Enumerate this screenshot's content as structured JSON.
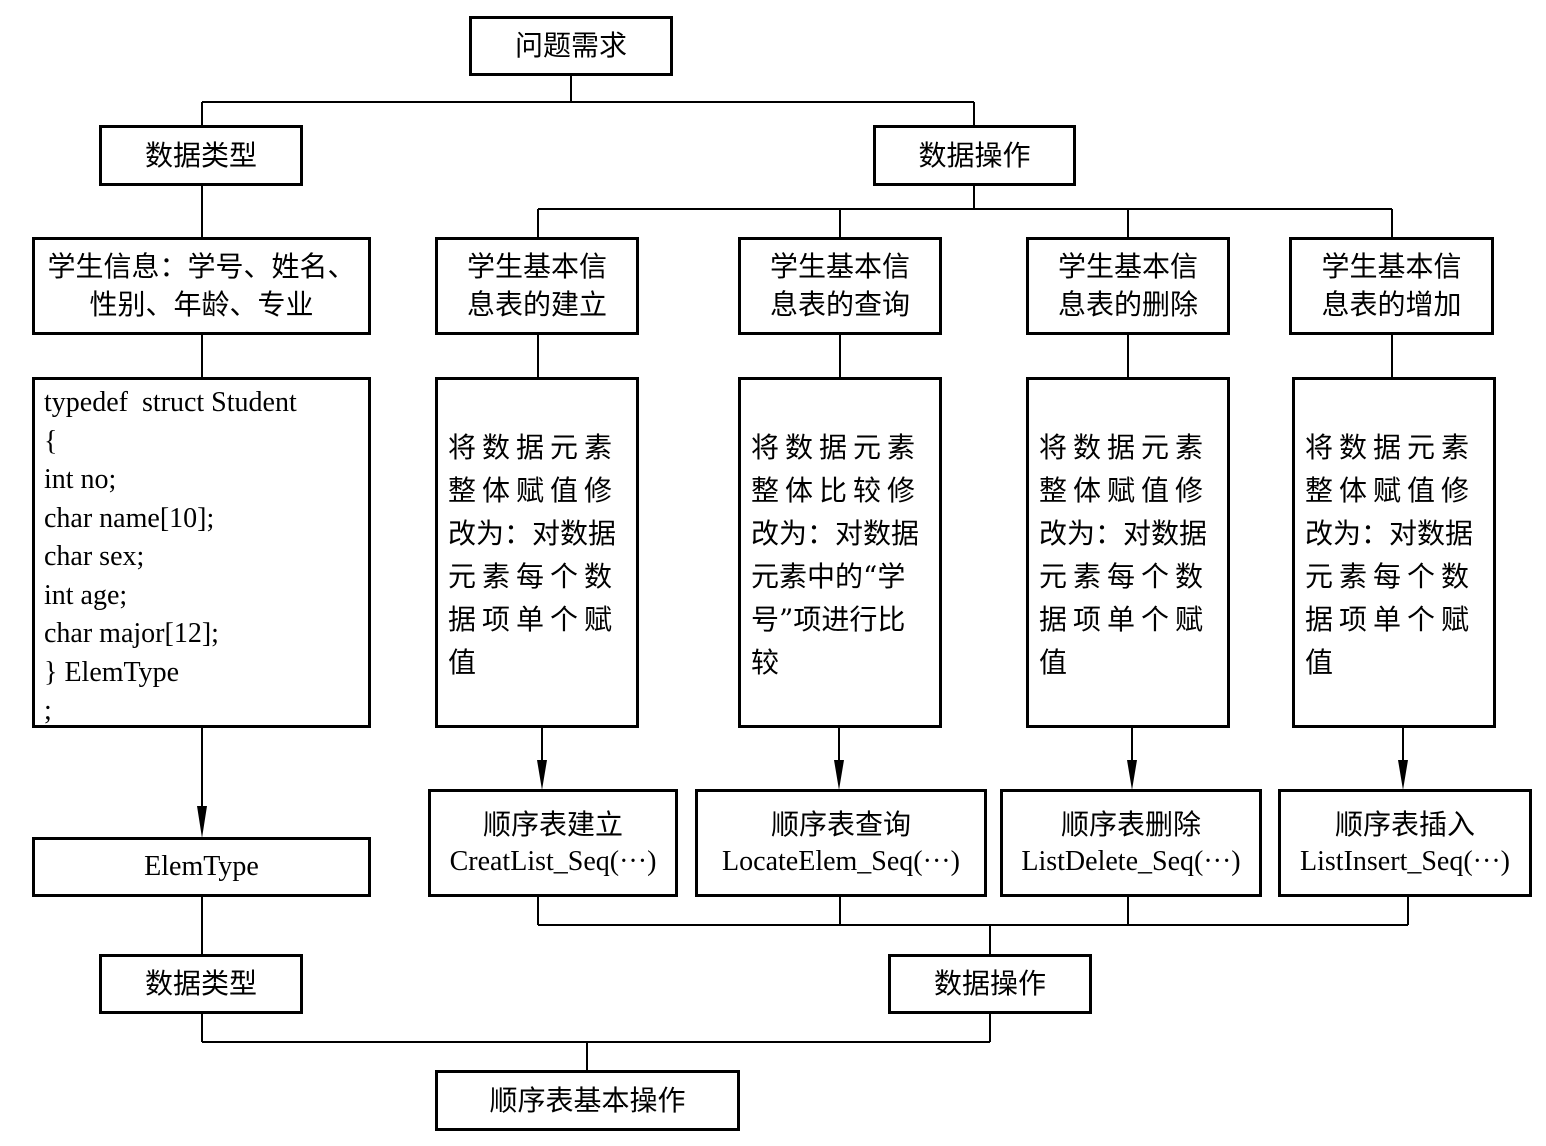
{
  "diagram": {
    "root": "问题需求",
    "level1": {
      "data_type": "数据类型",
      "data_ops": "数据操作"
    },
    "student_info": [
      "学生信息：学号、姓名、",
      "性别、年龄、专业"
    ],
    "struct_code": [
      "typedef  struct Student",
      "{",
      "int no;",
      "char name[10];",
      "char sex;",
      "int age;",
      "char major[12];",
      "} ElemType",
      ";"
    ],
    "elemtype": "ElemType",
    "operations": [
      {
        "title": [
          "学生基本信",
          "息表的建立"
        ],
        "desc": [
          "将数据元素",
          "整体赋值修",
          "改为：对数据",
          "元素每个数",
          "据项单个赋",
          "值"
        ],
        "func_cn": "顺序表建立",
        "func_en": "CreatList_Seq(···)"
      },
      {
        "title": [
          "学生基本信",
          "息表的查询"
        ],
        "desc": [
          "将数据元素",
          "整体比较修",
          "改为：对数据",
          "元素中的“学",
          "号”项进行比",
          "较"
        ],
        "func_cn": "顺序表查询",
        "func_en": "LocateElem_Seq(···)"
      },
      {
        "title": [
          "学生基本信",
          "息表的删除"
        ],
        "desc": [
          "将数据元素",
          "整体赋值修",
          "改为：对数据",
          "元素每个数",
          "据项单个赋",
          "值"
        ],
        "func_cn": "顺序表删除",
        "func_en": "ListDelete_Seq(···)"
      },
      {
        "title": [
          "学生基本信",
          "息表的增加"
        ],
        "desc": [
          "将数据元素",
          "整体赋值修",
          "改为：对数据",
          "元素每个数",
          "据项单个赋",
          "值"
        ],
        "func_cn": "顺序表插入",
        "func_en": "ListInsert_Seq(···)"
      }
    ],
    "bottom": {
      "data_type": "数据类型",
      "data_ops": "数据操作",
      "result": "顺序表基本操作"
    }
  }
}
